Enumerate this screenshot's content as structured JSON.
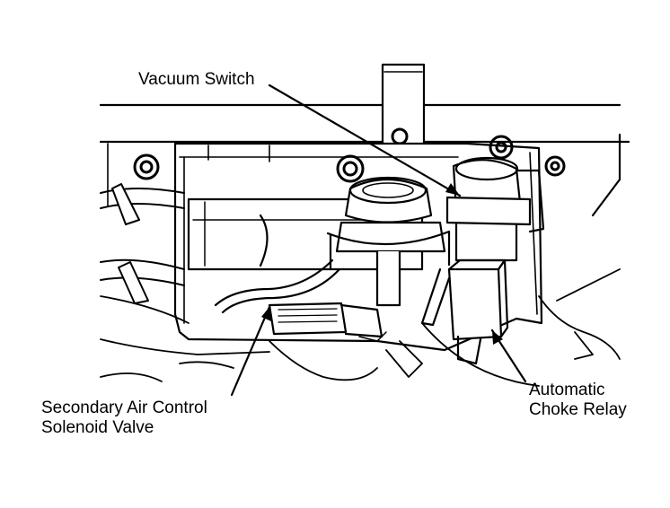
{
  "labels": {
    "vacuum_switch": "Vacuum Switch",
    "secondary_air": {
      "line1": "Secondary Air Control",
      "line2": "Solenoid Valve"
    },
    "choke_relay": {
      "line1": "Automatic",
      "line2": "Choke Relay"
    }
  },
  "colors": {
    "ink": "#000000",
    "paper": "#ffffff"
  }
}
